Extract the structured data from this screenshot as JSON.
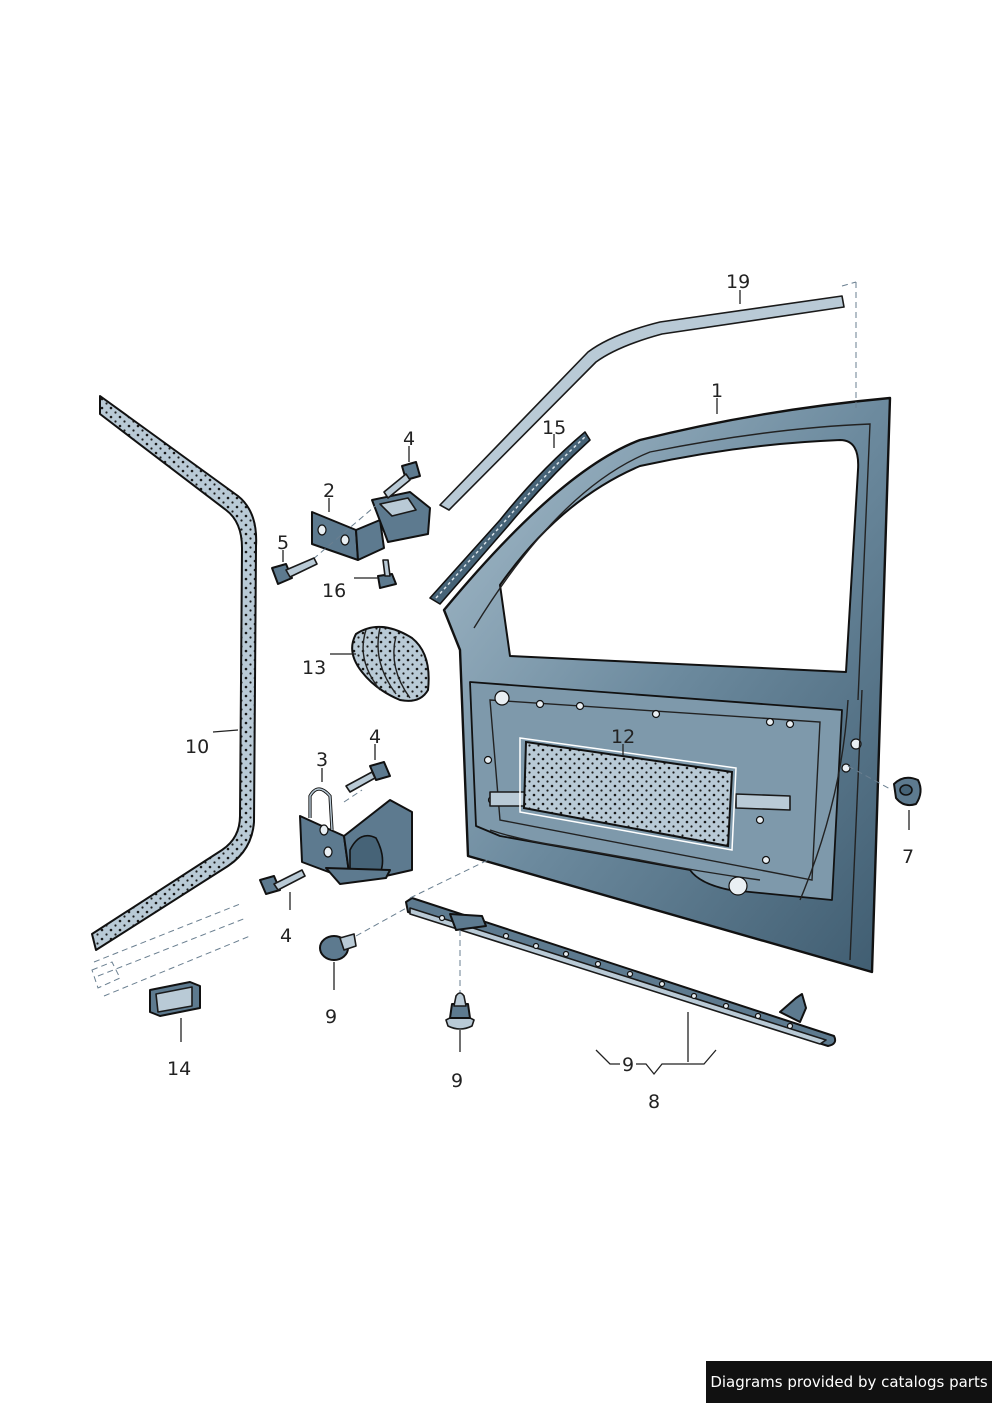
{
  "callouts": {
    "c1": "1",
    "c2": "2",
    "c3": "3",
    "c4a": "4",
    "c4b": "4",
    "c4c": "4",
    "c5": "5",
    "c7": "7",
    "c8": "8",
    "c9a": "9",
    "c9b": "9",
    "c9c": "9",
    "c10": "10",
    "c12": "12",
    "c13": "13",
    "c14": "14",
    "c15": "15",
    "c16": "16",
    "c19": "19"
  },
  "footer": {
    "credit": "Diagrams provided by catalogs parts"
  },
  "colors": {
    "part_fill": "#5d7a8f",
    "part_light": "#b9cad6",
    "outline": "#111111",
    "badge_bg": "#111111",
    "badge_text": "#ffffff"
  }
}
